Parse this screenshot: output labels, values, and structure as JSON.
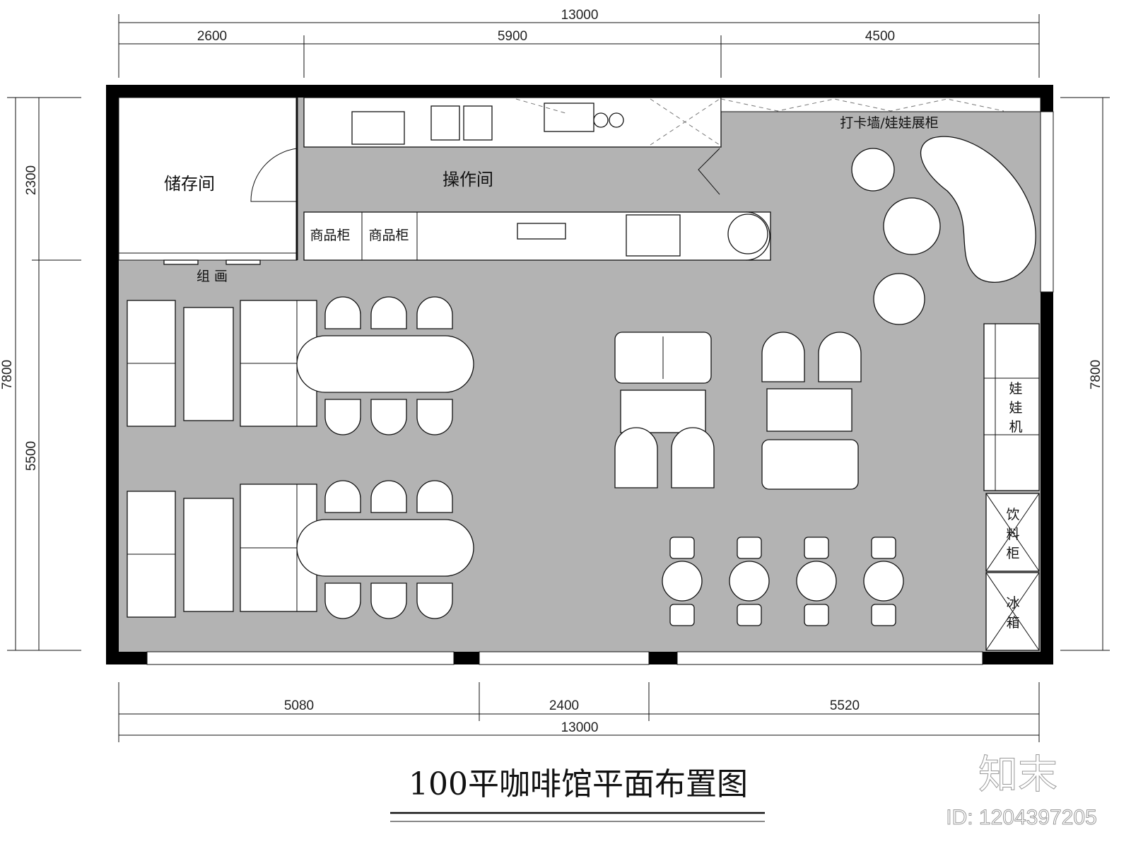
{
  "title": "100平咖啡馆平面布置图",
  "dimensions": {
    "top_total": "13000",
    "top_segments": [
      "2600",
      "5900",
      "4500"
    ],
    "left_total": "7800",
    "left_segments": [
      "2300",
      "5500"
    ],
    "right_total": "7800",
    "bottom_segments": [
      "5080",
      "2400",
      "5520"
    ],
    "bottom_total": "13000"
  },
  "rooms": {
    "storage": "储存间",
    "operation": "操作间",
    "goods_cabinet_1": "商品柜",
    "goods_cabinet_2": "商品柜",
    "painting_group": "组 画",
    "checkin_wall": "打卡墙/娃娃展柜",
    "claw_machine": [
      "娃",
      "娃",
      "机"
    ],
    "drinks_cabinet": [
      "饮",
      "料",
      "柜"
    ],
    "fridge": [
      "冰",
      "箱"
    ]
  },
  "watermark": {
    "logo": "知末",
    "id": "ID: 1204397205"
  },
  "colors": {
    "floor": "#b3b3b3",
    "wall": "#000000"
  }
}
